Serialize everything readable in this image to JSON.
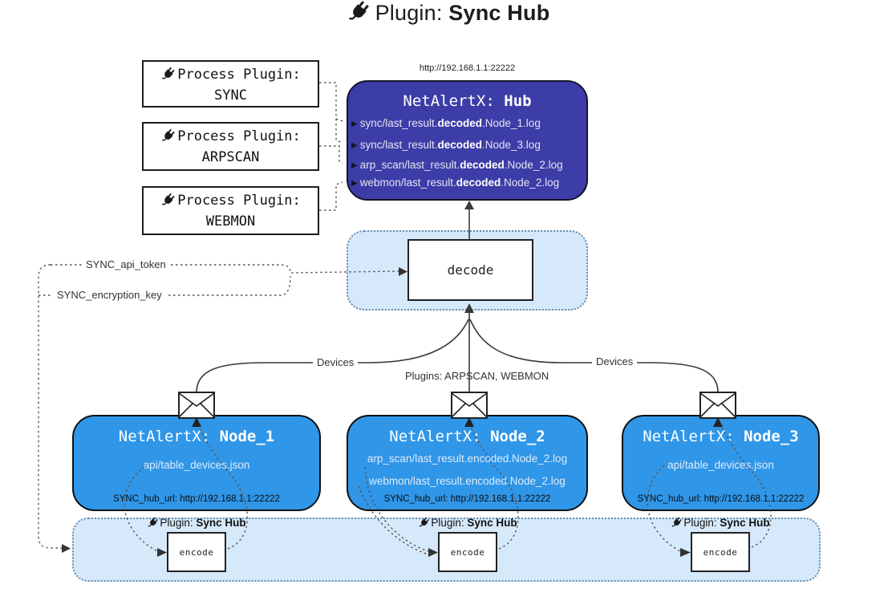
{
  "title": {
    "prefix": "Plugin: ",
    "bold": "Sync Hub"
  },
  "hub": {
    "url": "http://192.168.1.1:22222",
    "name_prefix": "NetAlertX: ",
    "name_bold": "Hub",
    "logs": [
      {
        "pre": "sync/last_result.",
        "bold": "decoded",
        "post": ".Node_1.log"
      },
      {
        "pre": "sync/last_result.",
        "bold": "decoded",
        "post": ".Node_3.log"
      },
      {
        "pre": "arp_scan/last_result.",
        "bold": "decoded",
        "post": ".Node_2.log"
      },
      {
        "pre": "webmon/last_result.",
        "bold": "decoded",
        "post": ".Node_2.log"
      }
    ]
  },
  "process_plugins": [
    {
      "label": "Process Plugin:",
      "name": "SYNC"
    },
    {
      "label": "Process Plugin:",
      "name": "ARPSCAN"
    },
    {
      "label": "Process Plugin:",
      "name": "WEBMON"
    }
  ],
  "decode": {
    "label": "decode"
  },
  "keys": {
    "api_token": "SYNC_api_token",
    "encryption_key": "SYNC_encryption_key"
  },
  "edges": {
    "devices_left": "Devices",
    "devices_right": "Devices",
    "plugins": "Plugins: ARPSCAN, WEBMON"
  },
  "nodes": [
    {
      "name_prefix": "NetAlertX: ",
      "name_bold": "Node_1",
      "files": [
        "api/table_devices.json"
      ],
      "hub_url": "SYNC_hub_url: http://192.168.1.1:22222"
    },
    {
      "name_prefix": "NetAlertX: ",
      "name_bold": "Node_2",
      "files": [
        "arp_scan/last_result.encoded.Node_2.log",
        "webmon/last_result.encoded.Node_2.log"
      ],
      "hub_url": "SYNC_hub_url: http://192.168.1.1:22222"
    },
    {
      "name_prefix": "NetAlertX: ",
      "name_bold": "Node_3",
      "files": [
        "api/table_devices.json"
      ],
      "hub_url": "SYNC_hub_url: http://192.168.1.1:22222"
    }
  ],
  "encode": {
    "plugin_prefix": "Plugin: ",
    "plugin_bold": "Sync Hub",
    "label": "encode"
  },
  "colors": {
    "hub_bg": "#3D3DA8",
    "node_bg": "#2F96E8",
    "panel_bg": "#D6E9FA",
    "panel_border": "#6B8CA9",
    "accent_arrow": "#333333"
  }
}
